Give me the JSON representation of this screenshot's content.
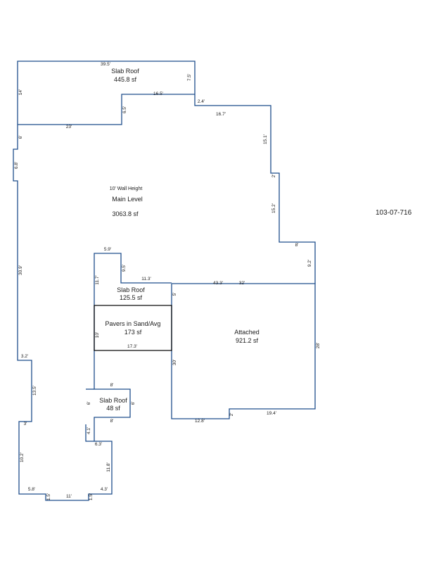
{
  "parcel_id": "103-07-716",
  "line_colors": {
    "building": "#1f4e8c",
    "paver": "#000000"
  },
  "areas": {
    "slab_roof_top": {
      "name": "Slab Roof",
      "area": "445.8 sf"
    },
    "main_level": {
      "note": "10' Wall Height",
      "name": "Main Level",
      "area": "3063.8 sf"
    },
    "slab_roof_mid": {
      "name": "Slab Roof",
      "area": "125.5 sf"
    },
    "pavers": {
      "name": "Pavers in Sand/Avg",
      "area": "173 sf"
    },
    "attached": {
      "name": "Attached",
      "area": "921.2 sf"
    },
    "slab_roof_small": {
      "name": "Slab Roof",
      "area": "48 sf"
    }
  },
  "dimensions": {
    "d39_5": "39.5'",
    "d14": "14'",
    "d7_5": "7.5'",
    "d16_5": "16.5'",
    "d6_5": "6.5'",
    "d2_4": "2.4'",
    "d16_7": "16.7'",
    "d23": "23'",
    "d6": "6'",
    "d6_8": "6.8'",
    "d15_1": "15.1'",
    "d2": "2'",
    "d15_2": "15.2'",
    "d8": "8'",
    "d9_2": "9.2'",
    "d5_9": "5.9'",
    "d9_5": "9.5'",
    "d11_3": "11.3'",
    "d11_7": "11.7'",
    "d43_3": "43.3'",
    "d32": "32'",
    "d5": "5'",
    "d30_9": "30.9'",
    "d10": "10'",
    "d17_3": "17.3'",
    "d28": "28'",
    "d3_2": "3.2'",
    "d30": "30'",
    "d13_5": "13.5'",
    "d8_s": "8'",
    "d6_a": "6'",
    "d6_b": "6'",
    "d8_b": "8'",
    "d3": "3'",
    "d4_1": "4.1'",
    "d6_3": "6.3'",
    "d12_8": "12.8'",
    "d2_b": "2'",
    "d19_4": "19.4'",
    "d10_2": "10.2'",
    "d11_8": "11.8'",
    "d5_8": "5.8'",
    "d1_5a": "1.5'",
    "d11": "11'",
    "d1_5b": "1.5'",
    "d4_3": "4.3'"
  }
}
